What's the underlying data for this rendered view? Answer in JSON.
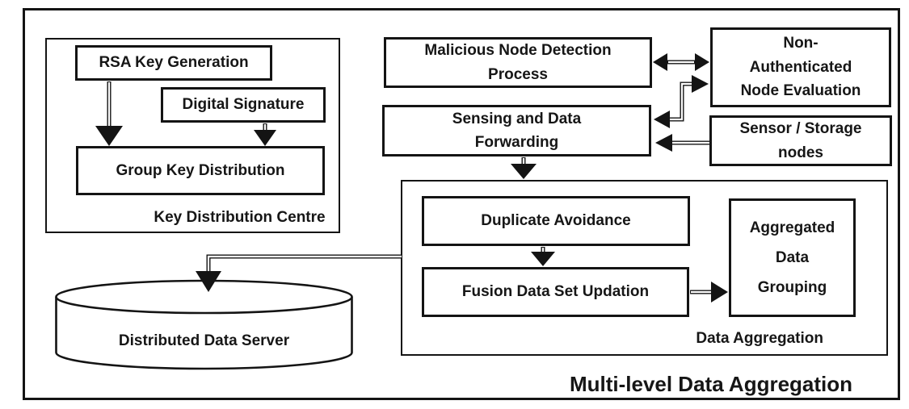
{
  "diagram_title": "Multi-level Data Aggregation",
  "key_distribution_centre": {
    "label": "Key Distribution Centre",
    "rsa_key_generation": "RSA Key Generation",
    "digital_signature": "Digital Signature",
    "group_key_distribution": "Group Key Distribution"
  },
  "detection": {
    "malicious_node_detection": "Malicious Node Detection\nProcess",
    "sensing_and_forwarding": "Sensing and Data\nForwarding",
    "non_authenticated_evaluation": "Non-\nAuthenticated\nNode Evaluation",
    "sensor_storage_nodes": "Sensor / Storage\nnodes"
  },
  "data_aggregation": {
    "label": "Data Aggregation",
    "duplicate_avoidance": "Duplicate Avoidance",
    "fusion_data_set_updation": "Fusion Data Set Updation",
    "aggregated_data_grouping": "Aggregated\nData\nGrouping"
  },
  "storage": {
    "distributed_data_server": "Distributed Data Server"
  },
  "colors": {
    "line": "#141414",
    "background": "#ffffff"
  },
  "connections": [
    {
      "from": "RSA Key Generation",
      "to": "Group Key Distribution",
      "type": "arrow"
    },
    {
      "from": "Digital Signature",
      "to": "Group Key Distribution",
      "type": "arrow"
    },
    {
      "from": "Malicious Node Detection Process",
      "to": "Non-Authenticated Node Evaluation",
      "type": "double-arrow"
    },
    {
      "from": "Sensing and Data Forwarding",
      "to": "Non-Authenticated Node Evaluation",
      "type": "double-arrow-step"
    },
    {
      "from": "Sensor / Storage nodes",
      "to": "Sensing and Data Forwarding",
      "type": "arrow"
    },
    {
      "from": "Sensing and Data Forwarding",
      "to": "Data Aggregation",
      "type": "arrow"
    },
    {
      "from": "Duplicate Avoidance",
      "to": "Fusion Data Set Updation",
      "type": "arrow"
    },
    {
      "from": "Fusion Data Set Updation",
      "to": "Aggregated Data Grouping",
      "type": "arrow"
    },
    {
      "from": "Data Aggregation",
      "to": "Distributed Data Server",
      "type": "arrow"
    }
  ]
}
